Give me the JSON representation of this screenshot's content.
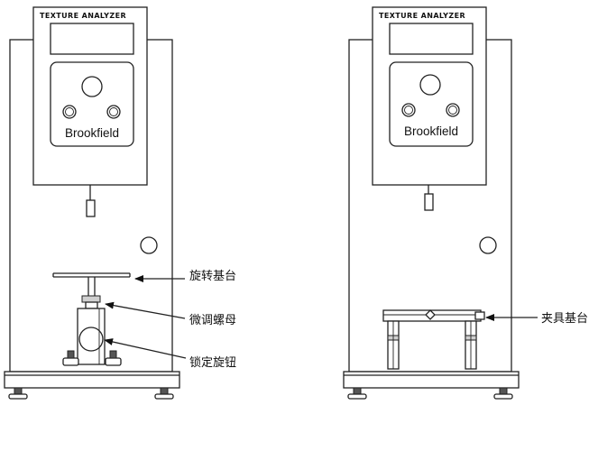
{
  "left_instrument": {
    "header_label": "TEXTURE ANALYZER",
    "brand_label": "Brookfield"
  },
  "right_instrument": {
    "header_label": "TEXTURE ANALYZER",
    "brand_label": "Brookfield"
  },
  "callouts": {
    "rotating_base": "旋转基台",
    "fine_tune_nut": "微调螺母",
    "lock_knob": "锁定旋钮",
    "fixture_base": "夹具基台"
  }
}
